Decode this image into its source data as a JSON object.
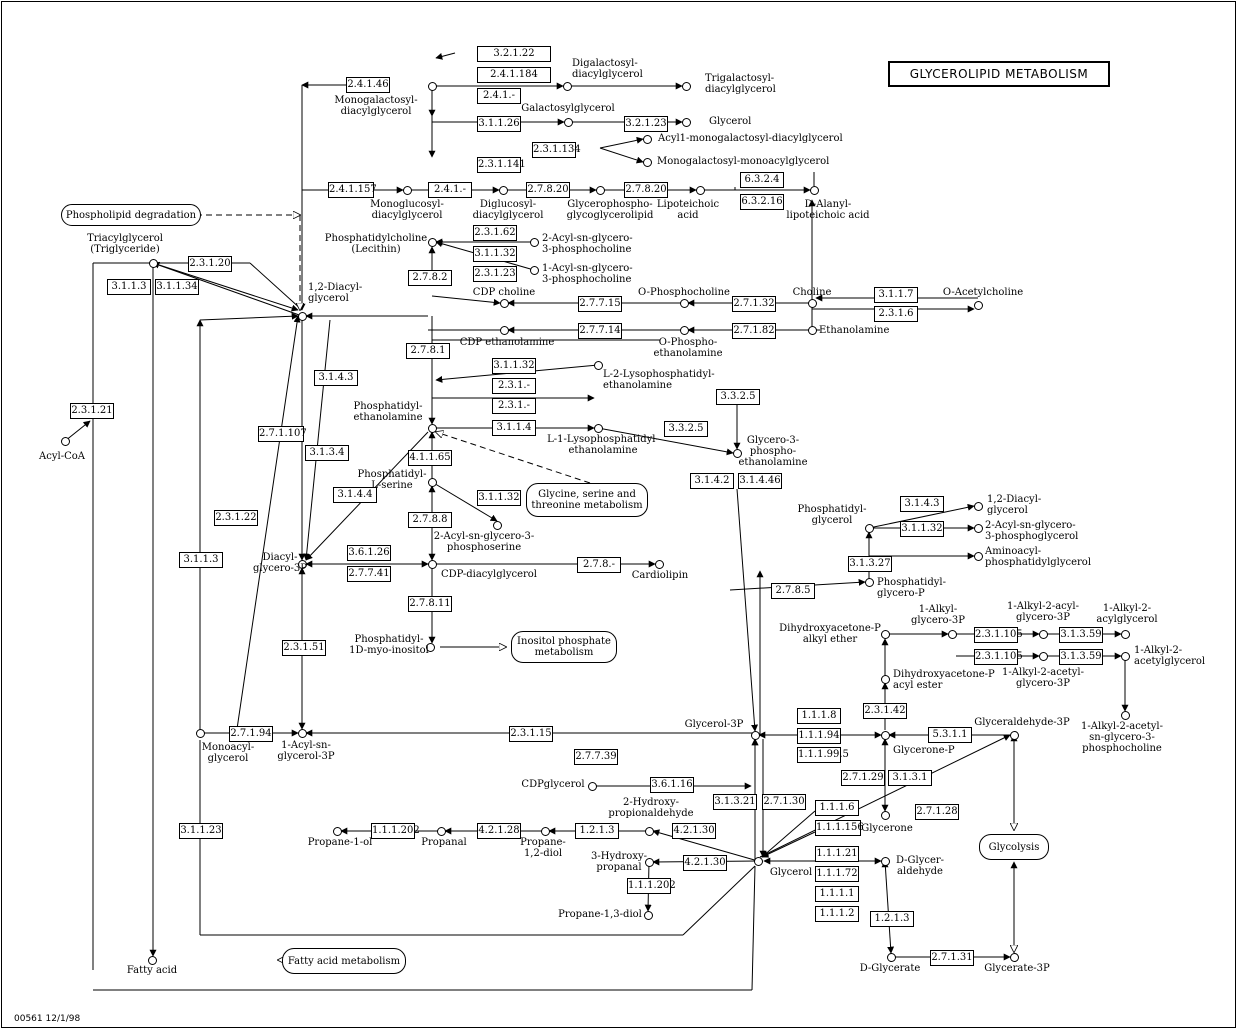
{
  "title": "GLYCEROLIPID METABOLISM",
  "footer": "00561   12/1/98",
  "enzymes": [
    "3.2.1.22",
    "2.4.1.184",
    "2.4.1.-",
    "2.4.1.46",
    "3.1.1.26",
    "3.2.1.23",
    "2.3.1.134",
    "2.3.1.141",
    "2.4.1.157",
    "2.4.1.-",
    "2.7.8.20",
    "2.7.8.20",
    "6.3.2.4",
    "6.3.2.16",
    "2.3.1.62",
    "3.1.1.32",
    "2.3.1.23",
    "2.7.8.2",
    "2.3.1.20",
    "3.1.1.3",
    "3.1.1.34",
    "3.1.1.7",
    "2.3.1.6",
    "2.7.7.15",
    "2.7.1.32",
    "2.7.7.14",
    "2.7.1.82",
    "2.7.8.1",
    "3.1.1.32",
    "2.3.1.-",
    "2.3.1.-",
    "3.1.1.4",
    "3.3.2.5",
    "3.3.2.5",
    "3.1.4.3",
    "2.7.1.107",
    "3.1.3.4",
    "2.3.1.21",
    "4.1.1.65",
    "3.1.1.32",
    "3.1.4.4",
    "2.7.8.8",
    "3.6.1.26",
    "2.7.7.41",
    "2.7.8.-",
    "3.1.4.2",
    "3.1.4.46",
    "3.1.4.3",
    "3.1.1.32",
    "3.1.3.27",
    "2.3.1.22",
    "3.1.1.3",
    "2.7.8.11",
    "2.7.8.5",
    "2.3.1.51",
    "2.3.1.105",
    "3.1.3.59",
    "2.3.1.105",
    "3.1.3.59",
    "2.3.1.42",
    "1.1.1.8",
    "1.1.1.94",
    "1.1.1.99.5",
    "5.3.1.1",
    "2.7.1.94",
    "2.3.1.15",
    "2.7.7.39",
    "3.6.1.16",
    "2.7.1.29",
    "3.1.3.1",
    "3.1.3.21",
    "2.7.1.30",
    "1.1.1.6",
    "1.1.1.156",
    "2.7.1.28",
    "3.1.1.23",
    "1.1.1.202",
    "4.2.1.28",
    "1.2.1.3",
    "4.2.1.30",
    "4.2.1.30",
    "1.1.1.202",
    "1.1.1.21",
    "1.1.1.72",
    "1.1.1.1",
    "1.1.1.2",
    "1.2.1.3",
    "2.7.1.31"
  ],
  "compounds": [
    "Digalactosyl-\ndiacylglycerol",
    "Trigalactosyl-\ndiacylglycerol",
    "Galactosylglycerol",
    "Glycerol",
    "Acyl1-monogalactosyl-diacylglycerol",
    "Monogalactosyl-monoacylglycerol",
    "Monogalactosyl-\ndiacylglycerol",
    "Monoglucosyl-\ndiacylglycerol",
    "Diglucosyl-\ndiacylglycerol",
    "Glycerophospho-\nglycoglycerolipid",
    "Lipoteichoic\nacid",
    "D-Alanyl-\nlipoteichoic acid",
    "Phosphatidylcholine\n(Lecithin)",
    "2-Acyl-sn-glycero-\n3-phosphocholine",
    "1-Acyl-sn-glycero-\n3-phosphocholine",
    "Triacylglycerol\n(Triglyceride)",
    "1,2-Diacyl-\nglycerol",
    "CDP choline",
    "O-Phosphocholine",
    "Choline",
    "O-Acetylcholine",
    "CDP ethanolamine",
    "O-Phospho-\nethanolamine",
    "Ethanolamine",
    "L-2-Lysophosphatidyl-\nethanolamine",
    "Phosphatidyl-\nethanolamine",
    "L-1-Lysophosphatidyl-\nethanolamine",
    "Glycero-3-\nphospho-\nethanolamine",
    "Acyl-CoA",
    "Phosphatidyl-\nL-serine",
    "2-Acyl-sn-glycero-3-\nphosphoserine",
    "Diacyl-\nglycero-3P",
    "CDP-diacylglycerol",
    "Cardiolipin",
    "Phosphatidyl-\nglycerol",
    "1,2-Diacyl-\nglycerol",
    "2-Acyl-sn-glycero-\n3-phosphoglycerol",
    "Aminoacyl-\nphosphatidylglycerol",
    "Phosphatidyl-\nglycero-P",
    "Phosphatidyl-\n1D-myo-inositol",
    "1-Alkyl-\nglycero-3P",
    "1-Alkyl-2-acyl-\nglycero-3P",
    "1-Alkyl-2-\nacylglycerol",
    "1-Alkyl-2-acetyl-\nglycero-3P",
    "1-Alkyl-2-\nacetylglycerol",
    "1-Alkyl-2-acetyl-\nsn-glycero-3-\nphosphocholine",
    "Dihydroxyacetone-P\nalkyl ether",
    "Dihydroxyacetone-P\nacyl ester",
    "Glycerol-3P",
    "Glycerone-P",
    "Glyceraldehyde-3P",
    "Monoacyl-\nglycerol",
    "1-Acyl-sn-\nglycerol-3P",
    "CDPglycerol",
    "Glycerone",
    "2-Hydroxy-\npropionaldehyde",
    "Propane-1-ol",
    "Propanal",
    "Propane-\n1,2-diol",
    "3-Hydroxy-\npropanal",
    "Glycerol",
    "D-Glycer-\naldehyde",
    "Propane-1,3-diol",
    "Fatty acid",
    "D-Glycerate",
    "Glycerate-3P"
  ],
  "pathways": [
    "Phospholipid degradation",
    "Glycine, serine and\nthreonine metabolism",
    "Inositol phosphate\nmetabolism",
    "Glycolysis",
    "Fatty acid metabolism"
  ]
}
